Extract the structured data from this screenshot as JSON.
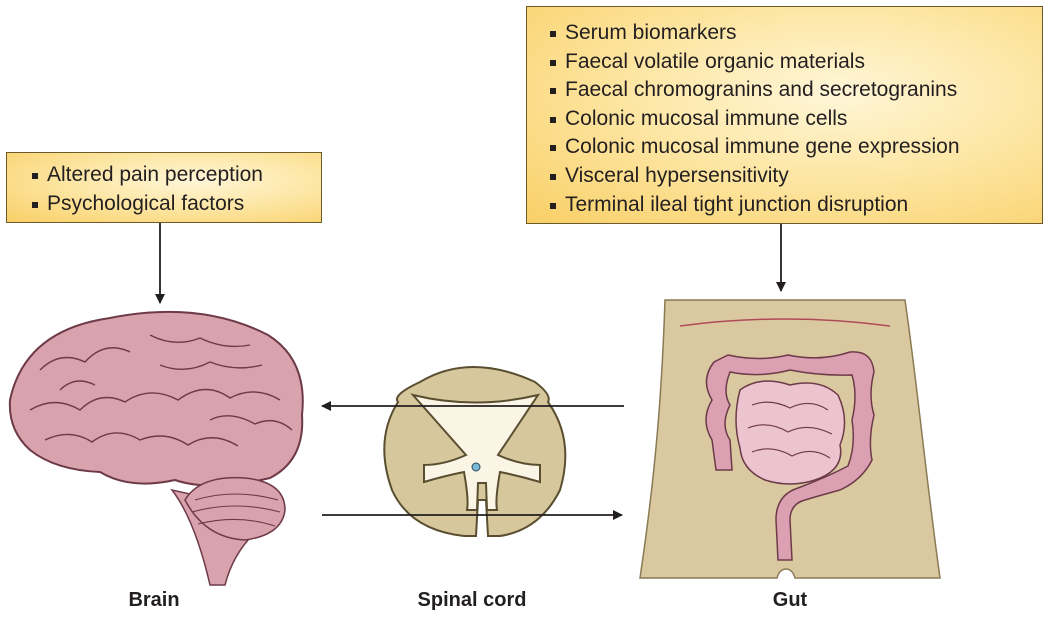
{
  "left_box": {
    "items": [
      "Altered pain perception",
      "Psychological factors"
    ]
  },
  "right_box": {
    "items": [
      "Serum biomarkers",
      "Faecal volatile organic materials",
      "Faecal chromogranins and secretogranins",
      "Colonic mucosal immune cells",
      "Colonic mucosal immune gene expression",
      "Visceral hypersensitivity",
      "Terminal ileal tight junction disruption"
    ]
  },
  "labels": {
    "brain": "Brain",
    "spinal_cord": "Spinal cord",
    "gut": "Gut"
  },
  "colors": {
    "box_fill": "#fbd777",
    "brain": "#d9a3ad",
    "intestine": "#dca0b3",
    "abdomen": "#d9c8a0",
    "spinal_white": "#d6c79c",
    "spinal_grey": "#fbf5e6"
  }
}
